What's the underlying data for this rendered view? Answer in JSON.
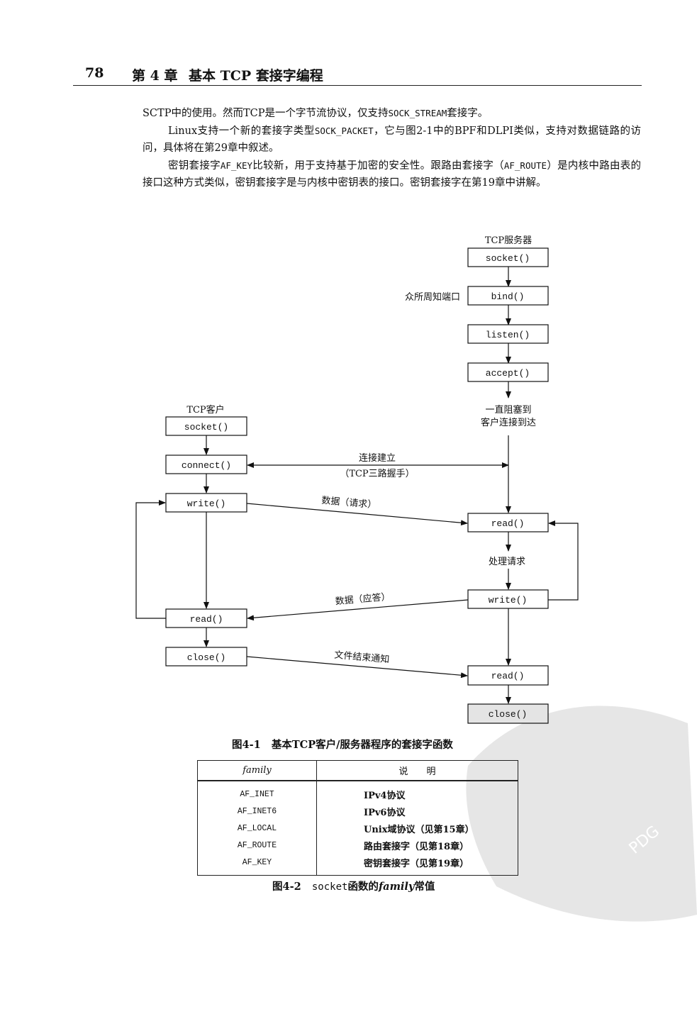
{
  "header": {
    "page_number": "78",
    "chapter": "第 4 章",
    "title": "基本 TCP 套接字编程"
  },
  "paragraphs": [
    {
      "parts": [
        "SCTP中的使用。然而TCP是一个字节流协议，仅支持",
        "SOCK_STREAM",
        "套接字。"
      ]
    },
    {
      "parts": [
        "Linux支持一个新的套接字类型",
        "SOCK_PACKET",
        "，它与图2-1中的BPF和DLPI类似，支持对数据链路的访问，具体将在第29章中叙述。"
      ]
    },
    {
      "parts": [
        "密钥套接字",
        "AF_KEY",
        "比较新，用于支持基于加密的安全性。跟路由套接字（",
        "AF_ROUTE",
        "）是内核中路由表的接口这种方式类似，密钥套接字是与内核中密钥表的接口。密钥套接字在第19章中讲解。"
      ]
    }
  ],
  "diagram": {
    "server_title": "TCP服务器",
    "client_title": "TCP客户",
    "well_known_port": "众所周知端口",
    "block_line1": "一直阻塞到",
    "block_line2": "客户连接到达",
    "connect_label": "连接建立",
    "handshake_label": "（TCP三路握手）",
    "request_label": "数据（请求）",
    "process_label": "处理请求",
    "reply_label": "数据（应答）",
    "eof_label": "文件结束通知",
    "server": {
      "socket": "socket()",
      "bind": "bind()",
      "listen": "listen()",
      "accept": "accept()",
      "read": "read()",
      "write": "write()",
      "read2": "read()",
      "close": "close()"
    },
    "client": {
      "socket": "socket()",
      "connect": "connect()",
      "write": "write()",
      "read": "read()",
      "close": "close()"
    }
  },
  "figure1_caption": {
    "num": "图4-1",
    "text": "基本TCP客户/服务器程序的套接字函数"
  },
  "table": {
    "headers": [
      "family",
      "说　　明"
    ],
    "rows": [
      [
        "AF_INET",
        "IPv4协议"
      ],
      [
        "AF_INET6",
        "IPv6协议"
      ],
      [
        "AF_LOCAL",
        "Unix域协议（见第15章）"
      ],
      [
        "AF_ROUTE",
        "路由套接字（见第18章）"
      ],
      [
        "AF_KEY",
        "密钥套接字（见第19章）"
      ]
    ]
  },
  "figure2_caption": {
    "num": "图4-2",
    "code": "socket",
    "text1": "函数的",
    "italic": "family",
    "text2": "常值"
  },
  "watermark": "PDG"
}
